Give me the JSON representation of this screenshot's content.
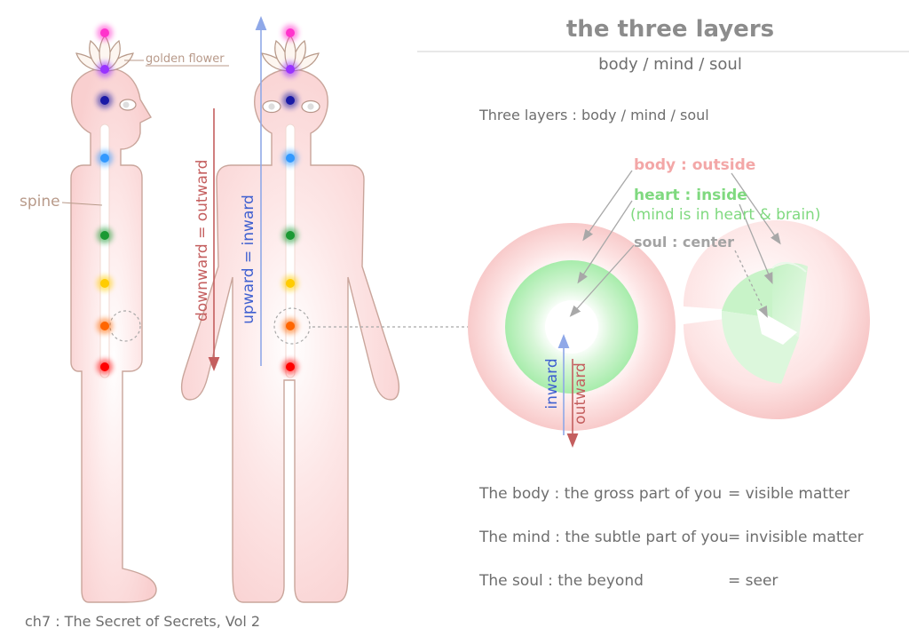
{
  "header": {
    "title": "the three layers",
    "subtitle": "body / mind / soul"
  },
  "caption": "Three layers : body / mind / soul",
  "figure_labels": {
    "golden_flower": "golden flower",
    "spine": "spine",
    "downward": "downward = outward",
    "upward": "upward = inward",
    "inward": "inward",
    "outward": "outward"
  },
  "layers": {
    "body": "body : outside",
    "heart": "heart : inside",
    "heart_note": "(mind is in heart & brain)",
    "soul": "soul : center"
  },
  "definitions": [
    {
      "term": "The body : the gross part of you",
      "meaning": "= visible matter"
    },
    {
      "term": "The mind : the subtle part of you",
      "meaning": "= invisible matter"
    },
    {
      "term": "The soul : the beyond",
      "meaning": "= seer"
    }
  ],
  "source": "ch7 : The Secret of Secrets, Vol 2",
  "colors": {
    "body": "#f9cfcf",
    "heart": "#a7ecab",
    "soul": "#ffffff",
    "downward_arrow": "#c45e5e",
    "upward_arrow": "#8fa8e8",
    "chakras": [
      "#ff33cc",
      "#9933ff",
      "#1a1aa6",
      "#3399ff",
      "#1a9933",
      "#ffcc00",
      "#ff6600",
      "#ff0000"
    ]
  }
}
